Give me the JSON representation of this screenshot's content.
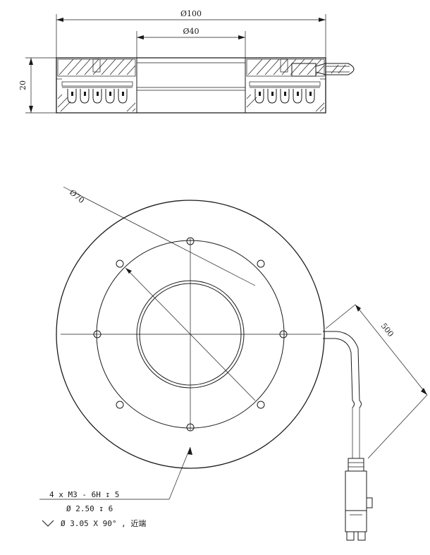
{
  "dimensions": {
    "outer_diameter": "Ø100",
    "inner_diameter": "Ø40",
    "height": "20",
    "pcd_diameter": "Ø70",
    "cable_length": "500"
  },
  "hole_note": {
    "line1": "4 x  M3 - 6H ↧ 5",
    "line2": "Ø 2.50 ↧ 6",
    "line3": "Ø 3.05 X 90° , 近端"
  }
}
